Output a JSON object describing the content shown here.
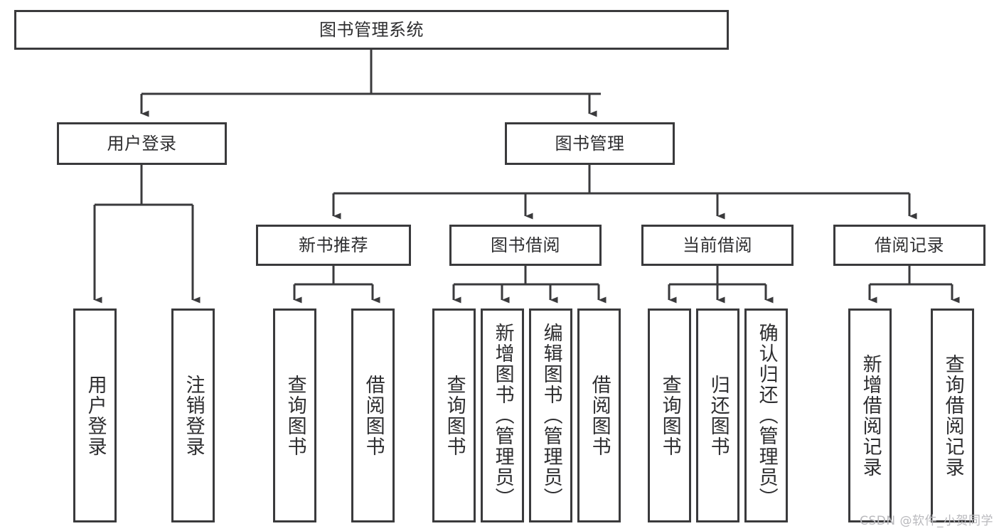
{
  "diagram": {
    "title": "图书管理系统",
    "type": "tree-hierarchy-diagram",
    "edge_color": "#3a3a3c",
    "node_border_color": "#3a3a3c",
    "node_fill_color": "#ffffff",
    "text_color": "#2e2e30"
  },
  "nodes": {
    "root": {
      "label": "图书管理系统",
      "level": 0
    },
    "level1": [
      {
        "label": "用户登录",
        "level": 1
      },
      {
        "label": "图书管理",
        "level": 1
      }
    ],
    "level2": [
      {
        "label": "新书推荐",
        "level": 2
      },
      {
        "label": "图书借阅",
        "level": 2
      },
      {
        "label": "当前借阅",
        "level": 2
      },
      {
        "label": "借阅记录",
        "level": 2
      }
    ],
    "leaves": {
      "user_login": [
        {
          "label": "用户登录"
        },
        {
          "label": "注销登录"
        }
      ],
      "new_book_recommend": [
        {
          "label": "查询图书"
        },
        {
          "label": "借阅图书"
        }
      ],
      "book_borrow": [
        {
          "label": "查询图书"
        },
        {
          "label": "新增图书（管理员）"
        },
        {
          "label": "编辑图书（管理员）"
        },
        {
          "label": "借阅图书"
        }
      ],
      "current_borrow": [
        {
          "label": "查询图书"
        },
        {
          "label": "归还图书"
        },
        {
          "label": "确认归还（管理员）"
        }
      ],
      "borrow_records": [
        {
          "label": "新增借阅记录"
        },
        {
          "label": "查询借阅记录"
        }
      ]
    }
  },
  "watermark": {
    "text": "CSDN @软件_小贺同学"
  }
}
